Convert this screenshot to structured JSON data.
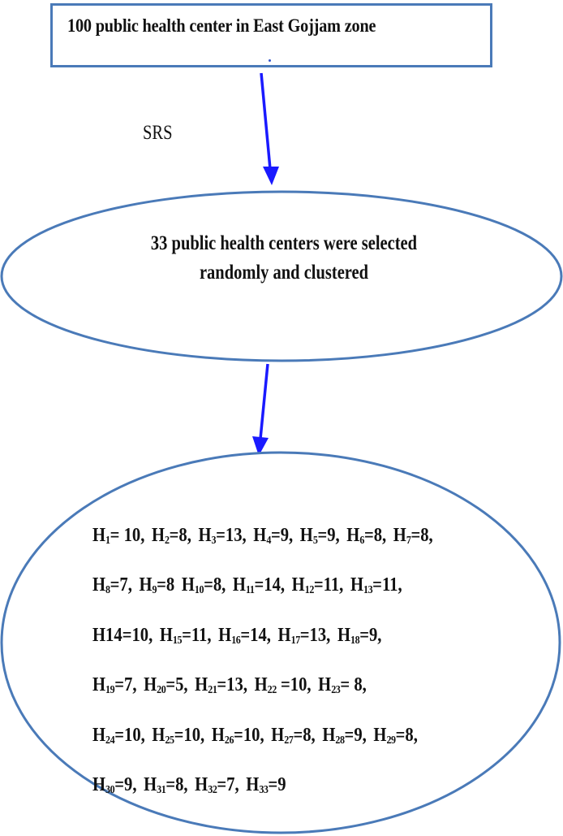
{
  "top_box": {
    "text": "100 public health center in East Gojjam zone"
  },
  "arrow_1_label": "SRS",
  "ellipse_1": {
    "line1": "33 public health centers were selected",
    "line2": "randomly and clustered"
  },
  "ellipse_2": {
    "lines": [
      [
        {
          "name": "H",
          "sub": "1",
          "val": "= 10,"
        },
        {
          "name": "H",
          "sub": "2",
          "val": "=8,"
        },
        {
          "name": "H",
          "sub": "3",
          "val": "=13,"
        },
        {
          "name": "H",
          "sub": "4",
          "val": "=9,"
        },
        {
          "name": "H",
          "sub": "5",
          "val": "=9,"
        },
        {
          "name": "H",
          "sub": "6",
          "val": "=8,"
        },
        {
          "name": "H",
          "sub": "7",
          "val": "=8,"
        }
      ],
      [
        {
          "name": "H",
          "sub": "8",
          "val": "=7,"
        },
        {
          "name": "H",
          "sub": "9",
          "val": "=8"
        },
        {
          "name": "H",
          "sub": "10",
          "val": "=8,"
        },
        {
          "name": "H",
          "sub": "11",
          "val": "=14,"
        },
        {
          "name": "H",
          "sub": "12",
          "val": "=11,"
        },
        {
          "name": "H",
          "sub": "13",
          "val": "=11,"
        }
      ],
      [
        {
          "name": "H14",
          "sub": "",
          "val": "=10,"
        },
        {
          "name": "H",
          "sub": "15",
          "val": "=11,"
        },
        {
          "name": "H",
          "sub": "16",
          "val": "=14,"
        },
        {
          "name": "H",
          "sub": "17",
          "val": "=13,"
        },
        {
          "name": "H",
          "sub": "18",
          "val": "=9,"
        }
      ],
      [
        {
          "name": "H",
          "sub": "19",
          "val": "=7,"
        },
        {
          "name": "H",
          "sub": "20",
          "val": "=5,"
        },
        {
          "name": "H",
          "sub": "21",
          "val": "=13,"
        },
        {
          "name": "H",
          "sub": "22",
          "val": " =10,"
        },
        {
          "name": "H",
          "sub": "23",
          "val": "= 8,"
        }
      ],
      [
        {
          "name": "H",
          "sub": "24",
          "val": "=10,"
        },
        {
          "name": "H",
          "sub": "25",
          "val": "=10,"
        },
        {
          "name": "H",
          "sub": "26",
          "val": "=10,"
        },
        {
          "name": "H",
          "sub": "27",
          "val": "=8,"
        },
        {
          "name": "H",
          "sub": "28",
          "val": "=9,"
        },
        {
          "name": "H",
          "sub": "29",
          "val": "=8,"
        }
      ],
      [
        {
          "name": "H",
          "sub": "30",
          "val": "=9,"
        },
        {
          "name": "H",
          "sub": "31",
          "val": "=8,"
        },
        {
          "name": "H",
          "sub": "32",
          "val": "=7,"
        },
        {
          "name": "H",
          "sub": "33",
          "val": "=9"
        }
      ]
    ]
  },
  "colors": {
    "box_border": "#4a7ab8",
    "ellipse_border": "#4a7ab8",
    "arrow": "#1a1aff",
    "text": "#111111"
  }
}
